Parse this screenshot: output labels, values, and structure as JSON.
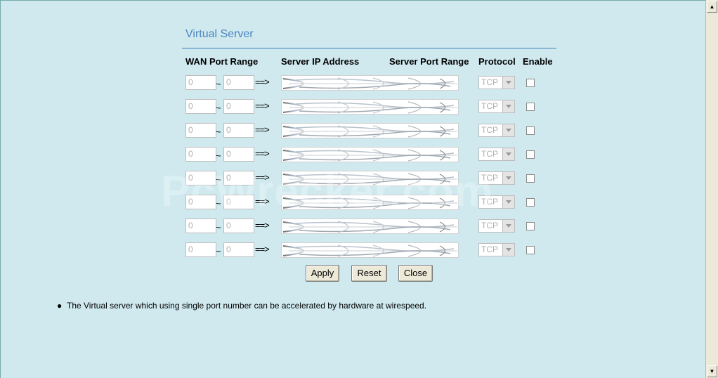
{
  "section": {
    "title": "Virtual Server"
  },
  "headers": {
    "wan_port_range": "WAN Port Range",
    "server_ip": "Server IP Address",
    "server_port_range": "Server Port Range",
    "protocol": "Protocol",
    "enable": "Enable"
  },
  "rows": [
    {
      "wan_start": "0",
      "wan_end": "0",
      "tilde": "~",
      "arrow": "==>",
      "protocol": "TCP",
      "enabled": false
    },
    {
      "wan_start": "0",
      "wan_end": "0",
      "tilde": "~",
      "arrow": "==>",
      "protocol": "TCP",
      "enabled": false
    },
    {
      "wan_start": "0",
      "wan_end": "0",
      "tilde": "~",
      "arrow": "==>",
      "protocol": "TCP",
      "enabled": false
    },
    {
      "wan_start": "0",
      "wan_end": "0",
      "tilde": "~",
      "arrow": "==>",
      "protocol": "TCP",
      "enabled": false
    },
    {
      "wan_start": "0",
      "wan_end": "0",
      "tilde": "~",
      "arrow": "==>",
      "protocol": "TCP",
      "enabled": false
    },
    {
      "wan_start": "0",
      "wan_end": "0",
      "tilde": "~",
      "arrow": "==>",
      "protocol": "TCP",
      "enabled": false
    },
    {
      "wan_start": "0",
      "wan_end": "0",
      "tilde": "~",
      "arrow": "==>",
      "protocol": "TCP",
      "enabled": false
    },
    {
      "wan_start": "0",
      "wan_end": "0",
      "tilde": "~",
      "arrow": "==>",
      "protocol": "TCP",
      "enabled": false
    }
  ],
  "buttons": {
    "apply": "Apply",
    "reset": "Reset",
    "close": "Close"
  },
  "note": "The Virtual server which using single port number can be accelerated by hardware at wirespeed.",
  "watermark": "PcWrecker.com",
  "colors": {
    "background": "#cfe9ef",
    "title": "#4a86c0",
    "rule": "#3c7fb5"
  }
}
